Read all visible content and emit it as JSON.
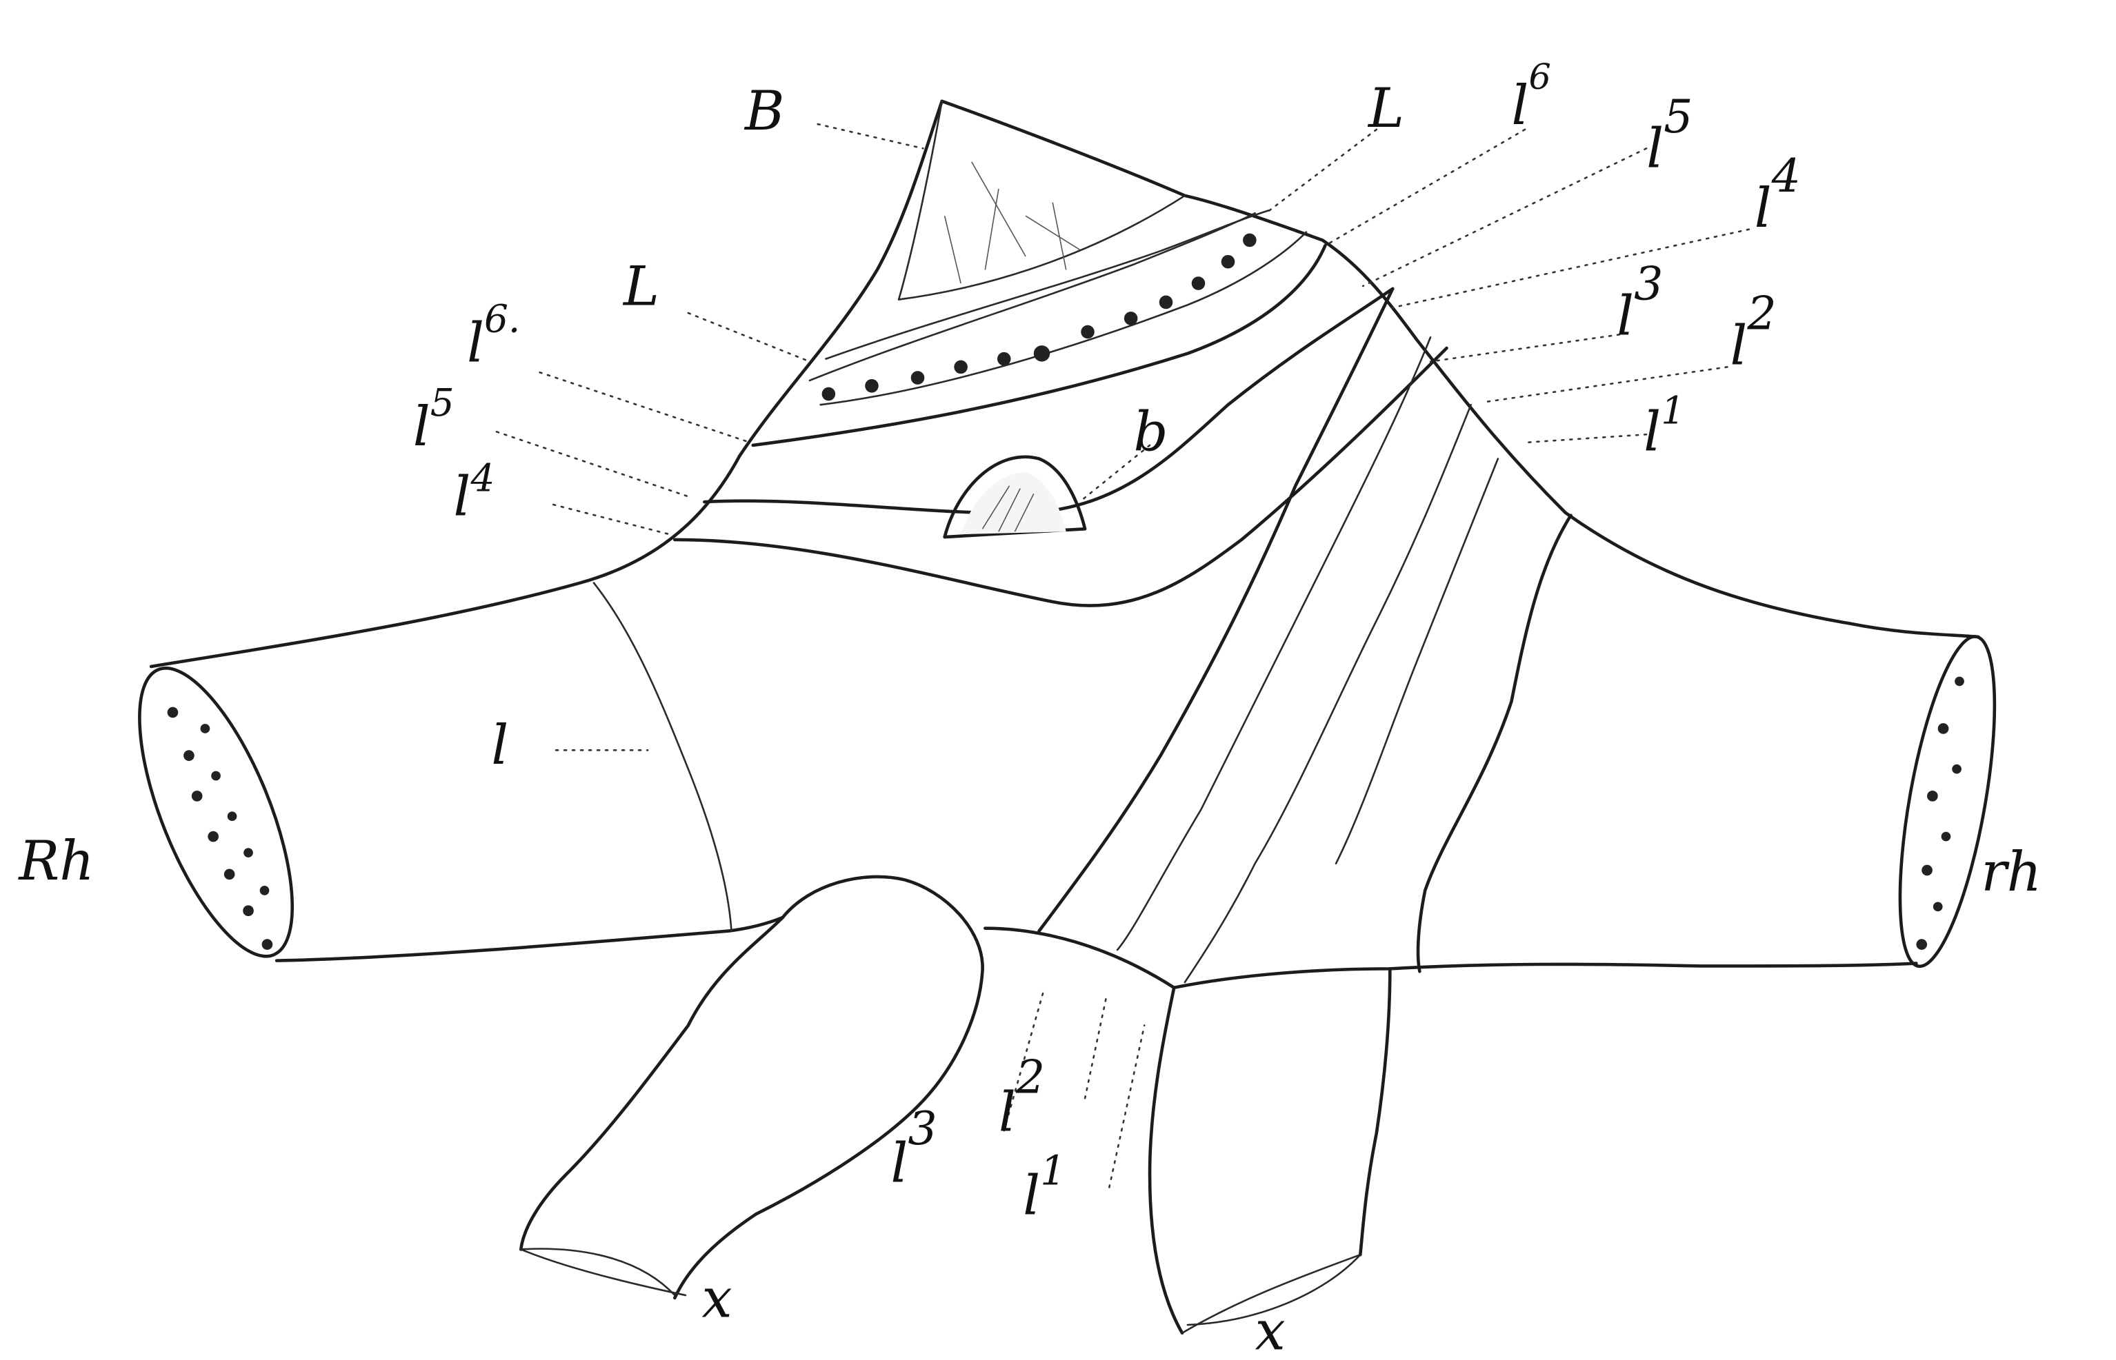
{
  "figure": {
    "labels": {
      "B": "B",
      "L_top": "L",
      "L_left": "L",
      "b": "b",
      "l": "l",
      "Rh": "Rh",
      "rh": "rh",
      "x_left": "x",
      "x_right": "x",
      "l6_top": "l",
      "l6_top_sup": "6",
      "l5_right": "l",
      "l5_right_sup": "5",
      "l4_right": "l",
      "l4_right_sup": "4",
      "l3_right": "l",
      "l3_right_sup": "3",
      "l2_right": "l",
      "l2_right_sup": "2",
      "l1_right": "l",
      "l1_right_sup": "1",
      "l6_left": "l",
      "l6_left_sup": "6.",
      "l5_left": "l",
      "l5_left_sup": "5",
      "l4_left": "l",
      "l4_left_sup": "4",
      "l3_bottom": "l",
      "l3_bottom_sup": "3",
      "l2_bottom": "l",
      "l2_bottom_sup": "2",
      "l1_bottom": "l",
      "l1_bottom_sup": "1"
    },
    "colors": {
      "ink": "#1c1c1c",
      "paper": "#ffffff"
    }
  }
}
